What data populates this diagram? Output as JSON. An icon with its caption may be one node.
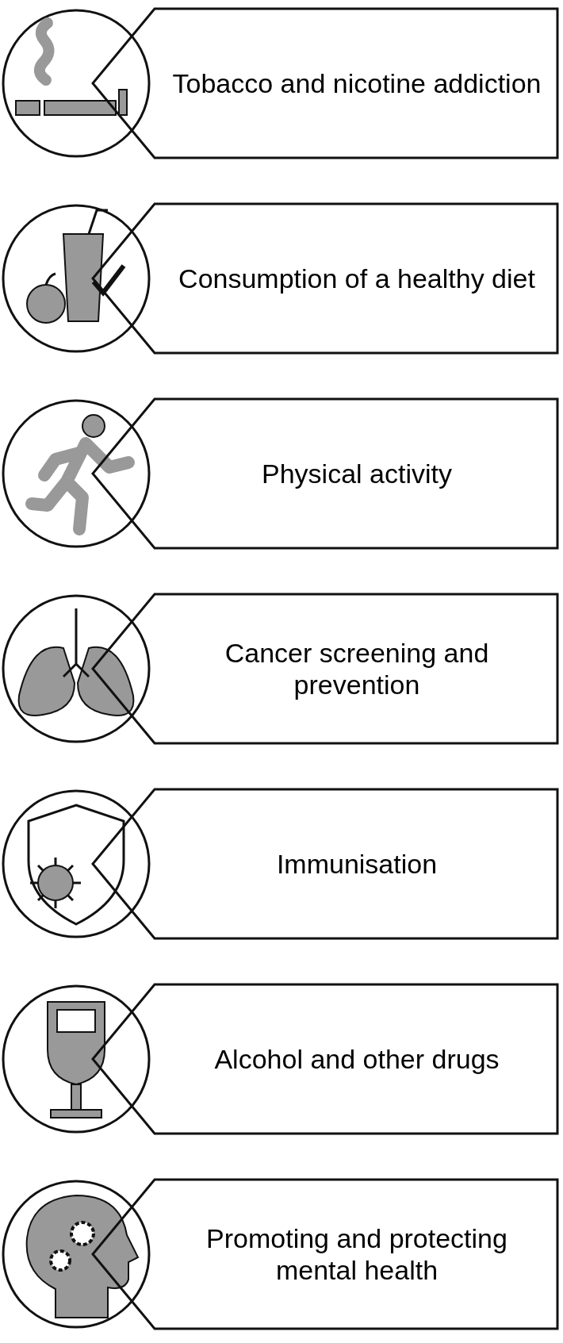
{
  "diagram": {
    "nodes": [
      {
        "text": [
          "Tobacco and nicotine addiction"
        ]
      },
      {
        "text": [
          "Consumption of a healthy diet"
        ]
      },
      {
        "text": [
          "Physical activity"
        ]
      },
      {
        "text": [
          "Cancer screening and prevention"
        ]
      },
      {
        "text": [
          "Immunisation"
        ]
      },
      {
        "text": [
          "Alcohol and other drugs"
        ]
      },
      {
        "text": [
          "Promoting and protecting mental health"
        ]
      }
    ],
    "edges": []
  }
}
